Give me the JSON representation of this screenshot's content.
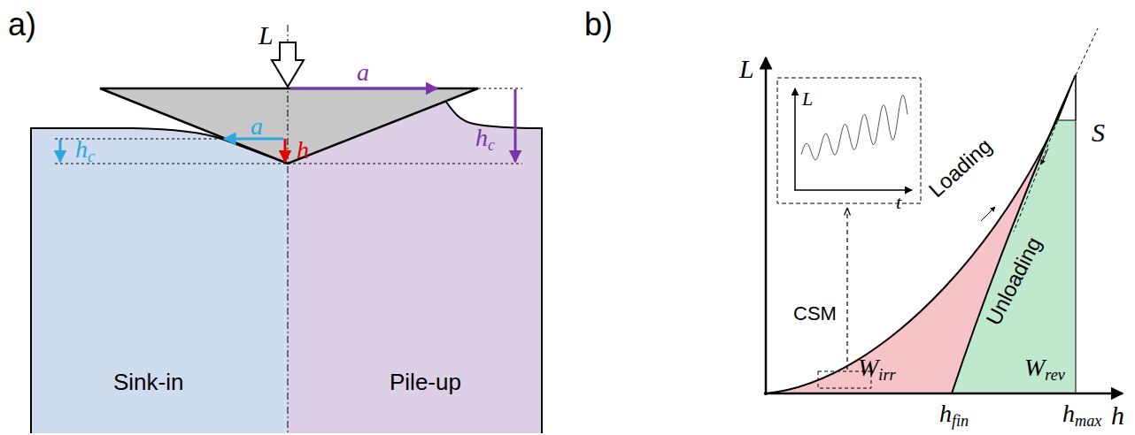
{
  "diagram": {
    "nodes": [
      {
        "text": [
          "Sink-in"
        ]
      },
      {
        "text": [
          "Pile-up"
        ]
      },
      {
        "text": [
          "Wirr"
        ]
      },
      {
        "text": [
          "Wrev"
        ]
      }
    ],
    "labels": [
      "a)",
      "L",
      "a",
      "h",
      "a",
      "hc",
      "hc",
      "b)",
      "L",
      "h",
      "S",
      "Loading",
      "Unloading",
      "hfin",
      "hmax",
      "L",
      "t",
      "CSM"
    ]
  }
}
